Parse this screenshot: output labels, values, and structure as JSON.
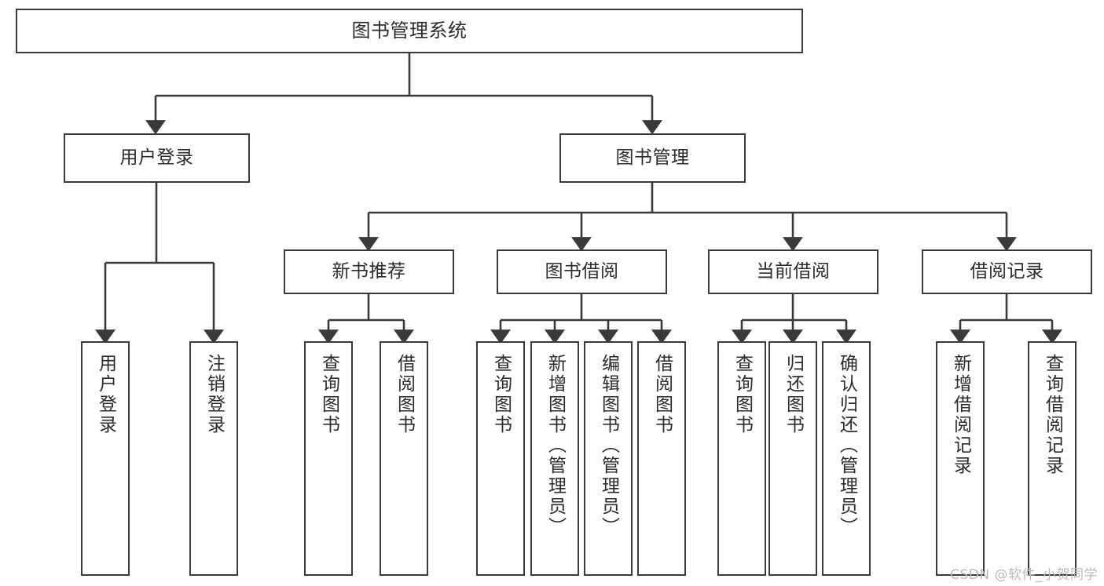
{
  "diagram": {
    "title": "图书管理系统",
    "type": "hierarchy-tree",
    "watermark": "CSDN @软件_小贺同学",
    "colors": {
      "stroke": "#3a3a3a",
      "fill": "#ffffff",
      "text": "#2b2b2b",
      "watermark": "#b9b9b9"
    },
    "levels": {
      "root": {
        "label": "图书管理系统"
      },
      "level1": [
        {
          "label": "用户登录"
        },
        {
          "label": "图书管理"
        }
      ],
      "level2": [
        {
          "label": "新书推荐"
        },
        {
          "label": "图书借阅"
        },
        {
          "label": "当前借阅"
        },
        {
          "label": "借阅记录"
        }
      ],
      "leaves": {
        "user_login": [
          {
            "label": "用户登录"
          },
          {
            "label": "注销登录"
          }
        ],
        "new_book_recommend": [
          {
            "label": "查询图书"
          },
          {
            "label": "借阅图书"
          }
        ],
        "book_borrow": [
          {
            "label": "查询图书"
          },
          {
            "label": "新增图书（管理员）"
          },
          {
            "label": "编辑图书（管理员）"
          },
          {
            "label": "借阅图书"
          }
        ],
        "current_borrow": [
          {
            "label": "查询图书"
          },
          {
            "label": "归还图书"
          },
          {
            "label": "确认归还（管理员）"
          }
        ],
        "borrow_record": [
          {
            "label": "新增借阅记录"
          },
          {
            "label": "查询借阅记录"
          }
        ]
      }
    }
  }
}
